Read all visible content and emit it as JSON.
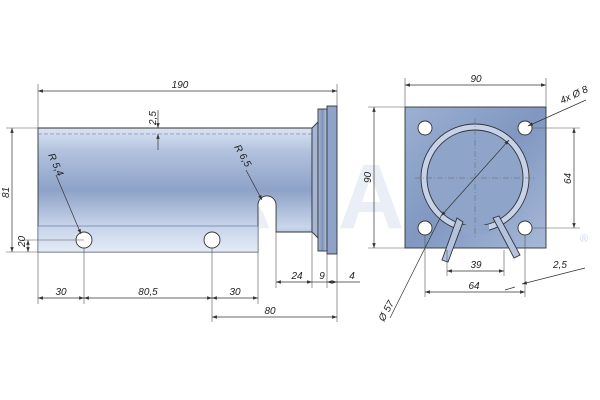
{
  "watermark": {
    "text": "ADACO",
    "symbol": "®"
  },
  "colors": {
    "tube_light": "#d5dff0",
    "tube_mid": "#9fb2d2",
    "tube_dark": "#6d84ad",
    "plate": "#8ea4c8",
    "ring": "#aabbd9",
    "watermark": "#e9eef7"
  },
  "side_view": {
    "dims": {
      "total_length": "190",
      "wall": "2,5",
      "height": "81",
      "hole_height": "20",
      "radius_hole": "R 5,4",
      "radius_slot": "R 6,5",
      "d30_left": "30",
      "d80_5": "80,5",
      "d30_right": "30",
      "d80": "80",
      "d24": "24",
      "d9": "9",
      "d4": "4"
    }
  },
  "end_view": {
    "dims": {
      "width": "90",
      "height": "90",
      "bolt_spacing_v": "64",
      "bolt_spacing_h": "64",
      "holes": "4x Ø 8",
      "diameter": "Ø 57",
      "gap": "39",
      "wall": "2,5"
    }
  }
}
